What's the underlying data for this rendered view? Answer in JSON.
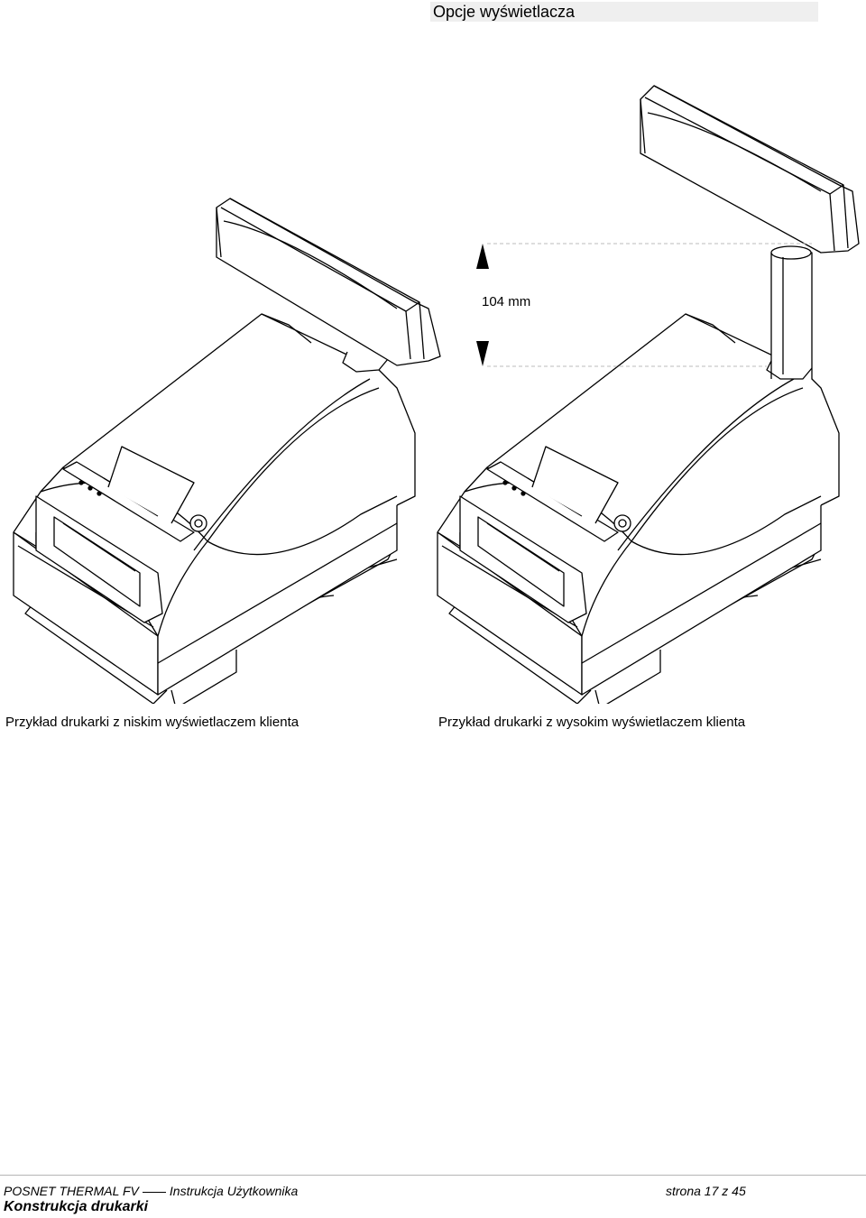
{
  "header": {
    "section_title": "Opcje wyświetlacza"
  },
  "figure": {
    "dimension_label": "104 mm",
    "caption_low": "Przykład drukarki z niskim wyświetlaczem klienta",
    "caption_high": "Przykład drukarki z wysokim wyświetlaczem klienta"
  },
  "footer": {
    "product": "POSNET THERMAL FV",
    "manual": "Instrukcja Użytkownika",
    "page_label": "strona 17 z 45",
    "chapter": "Konstrukcja drukarki"
  }
}
